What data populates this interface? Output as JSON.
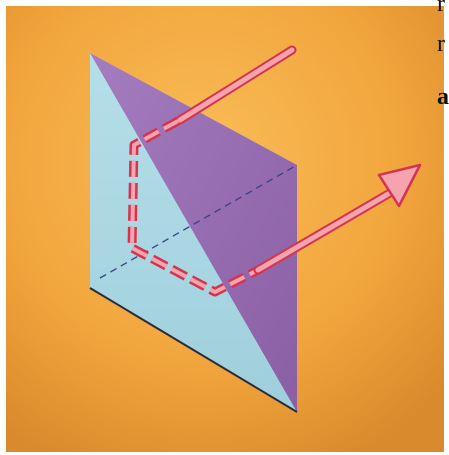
{
  "figure": {
    "subject": "prism-light-path-illustration",
    "colors": {
      "background_light": "#f7b24a",
      "background_mid": "#f2a53d",
      "background_dark": "#d98a2c",
      "prism_light_face": "#a9d7e3",
      "prism_purple_face": "#9a6fb0",
      "beam_fill": "#f6a3b0",
      "beam_outline": "#d2354f",
      "dashed_line": "#3a3f8a"
    },
    "icons": {
      "incoming_beam": "beam-entering",
      "outgoing_beam": "arrow-exiting"
    }
  },
  "edge_text": {
    "line1": "r",
    "line2": "r",
    "line3": "a"
  }
}
